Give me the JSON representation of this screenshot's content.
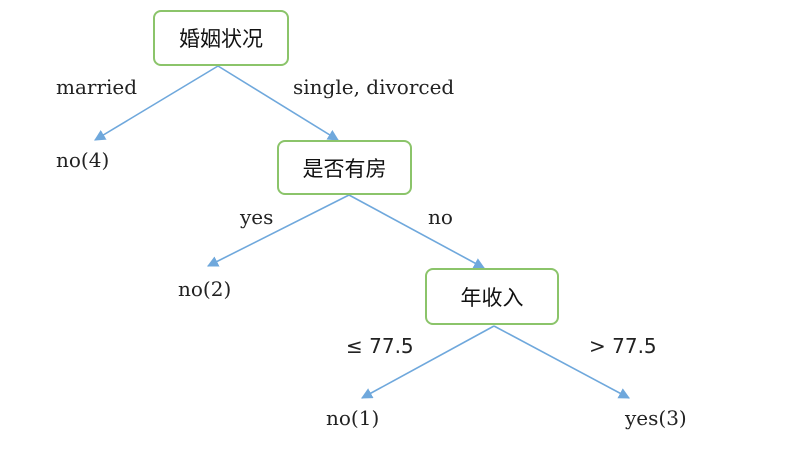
{
  "nodes": {
    "root": "婚姻状况",
    "house": "是否有房",
    "income": "年收入"
  },
  "edges": {
    "married": "married",
    "single_divorced": "single, divorced",
    "yes": "yes",
    "no": "no",
    "le": "≤ 77.5",
    "gt": "> 77.5"
  },
  "leaves": {
    "leaf1": "no(4)",
    "leaf2": "no(2)",
    "leaf3": "no(1)",
    "leaf4": "yes(3)"
  },
  "colors": {
    "edge": "#6fa8dc",
    "node_border": "#8bc46a"
  }
}
